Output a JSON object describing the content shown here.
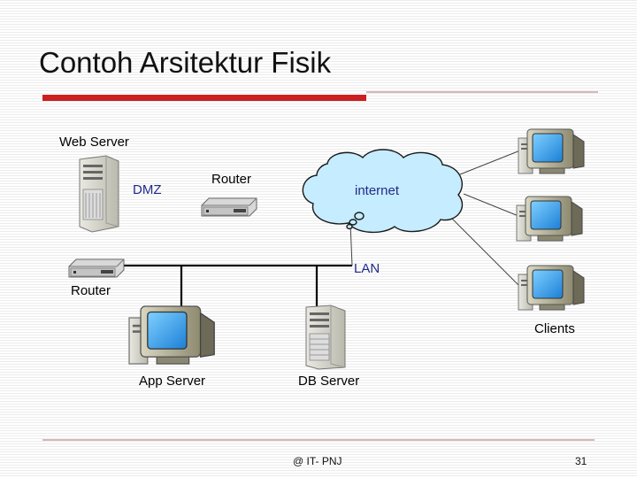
{
  "slide": {
    "title": "Contoh Arsitektur Fisik",
    "footer_center": "@ IT- PNJ",
    "page_number": "31"
  },
  "diagram": {
    "labels": {
      "web_server": "Web Server",
      "dmz": "DMZ",
      "router_top": "Router",
      "internet": "internet",
      "lan": "LAN",
      "router_left": "Router",
      "clients": "Clients",
      "app_server": "App Server",
      "db_server": "DB Server"
    },
    "colors": {
      "title_bar": "#cc1f1f",
      "cloud_fill": "#c6ecff",
      "screen": "#2f9fe8",
      "label_blue": "#1f2a8a"
    }
  }
}
